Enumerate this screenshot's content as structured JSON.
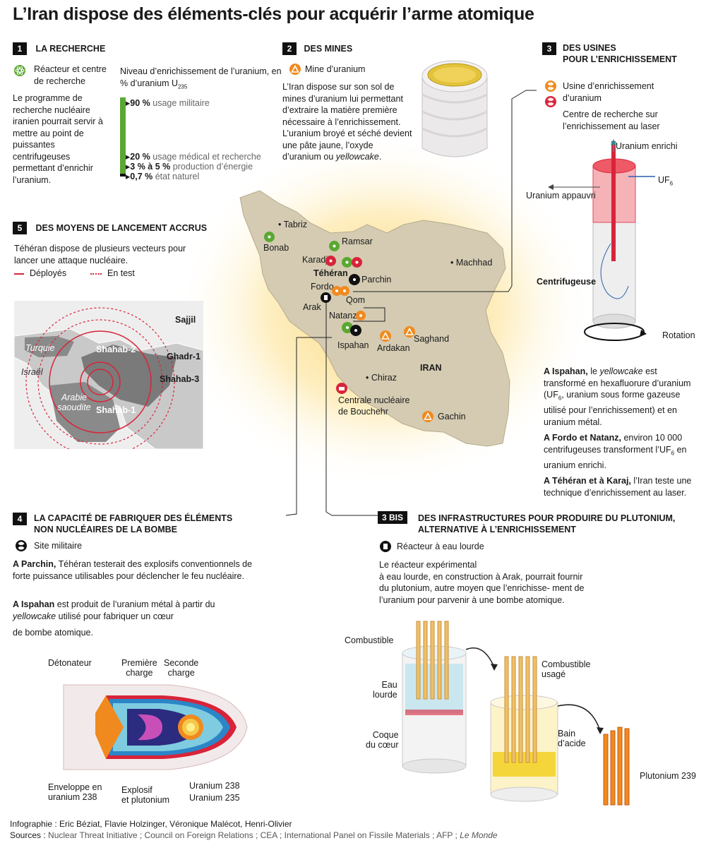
{
  "title": "L’Iran dispose des éléments-clés pour acquérir l’arme atomique",
  "colors": {
    "green": "#5aa832",
    "orange": "#f08a1e",
    "red": "#d8243a",
    "map": "#d4cbb2",
    "glow": "#fbd878"
  },
  "s1": {
    "num": "1",
    "title": "LA RECHERCHE",
    "legend": "Réacteur et centre de recherche",
    "legend_icon": "atom-icon",
    "text": "Le programme de recherche nucléaire iranien pourrait servir à mettre au point de puissantes centrifugeuses permettant d’enrichir l’uranium.",
    "chart_title": "Niveau d’enrichissement de l’uranium, en % d’uranium U",
    "chart_sub": "235",
    "levels": [
      {
        "pct": "90 %",
        "label": "usage militaire"
      },
      {
        "pct": "20 %",
        "label": "usage médical et recherche"
      },
      {
        "pct": "3 % à 5 %",
        "label": "production d’énergie"
      },
      {
        "pct": "0,7 %",
        "label": "état naturel"
      }
    ]
  },
  "s2": {
    "num": "2",
    "title": "DES MINES",
    "legend": "Mine d’uranium",
    "legend_icon": "mine-icon",
    "text": "L’Iran dispose sur son sol de mines d’uranium lui permettant d’extraire la matière première nécessaire à l’enrichissement. L’uranium broyé et séché devient une pâte jaune, l’oxyde d’uranium ou",
    "text_em": "yellowcake",
    "text_end": "."
  },
  "s3": {
    "num": "3",
    "title_l1": "DES USINES",
    "title_l2": "POUR L’ENRICHISSEMENT",
    "legend1": "Usine d’enrichissement d’uranium",
    "legend2": "Centre de recherche sur l’enrichissement au laser",
    "legend1_icon": "radiation-orange-icon",
    "legend2_icon": "radiation-red-icon",
    "labels": {
      "enrichi": "Uranium enrichi",
      "uf6": "UF",
      "uf6_sub": "6",
      "appauvri": "Uranium appauvri",
      "centri": "Centrifugeuse",
      "rotation": "Rotation"
    },
    "p1_b": "A Ispahan,",
    "p1_a": "le",
    "p1_em": "yellowcake",
    "p1_c": "est transformé en hexafluorure d’uranium (UF",
    "p1_sub": "6",
    "p1_d": ", uranium sous forme gazeuse utilisé pour l’enrichissement) et en uranium métal.",
    "p2_b": "A Fordo et Natanz,",
    "p2_a": "environ 10 000 centrifugeuses transforment l’UF",
    "p2_sub": "6",
    "p2_c": " en uranium enrichi.",
    "p3_b": "A Téhéran et à Karaj,",
    "p3_a": "l’Iran teste une technique d’enrichissement au laser."
  },
  "s5": {
    "num": "5",
    "title": "DES MOYENS DE LANCEMENT ACCRUS",
    "text": "Téhéran dispose de plusieurs vecteurs pour lancer une attaque nucléaire.",
    "deployed": "Déployés",
    "testing": "En test",
    "missiles": [
      "Sajjil",
      "Ghadr-1",
      "Shahab-3",
      "Shahab-2",
      "Shahab-1"
    ],
    "countries": [
      "Turquie",
      "Israël",
      "Arabie saoudite"
    ]
  },
  "map": {
    "country": "IRAN",
    "cities": [
      "Tabriz",
      "Bonab",
      "Ramsar",
      "Karadj",
      "Téhéran",
      "Parchin",
      "Machhad",
      "Fordo",
      "Qom",
      "Arak",
      "Natanz",
      "Ispahan",
      "Ardakan",
      "Saghand",
      "Chiraz",
      "Centrale nucléaire",
      "de Bouchehr",
      "Gachin"
    ]
  },
  "s4": {
    "num": "4",
    "title_l1": "LA CAPACITÉ DE FABRIQUER DES ÉLÉMENTS",
    "title_l2": "NON NUCLÉAIRES DE LA BOMBE",
    "legend": "Site militaire",
    "legend_icon": "military-site-icon",
    "p1_b": "A Parchin,",
    "p1": "Téhéran testerait des explosifs conventionnels de forte puissance utilisables pour déclencher le feu nucléaire.",
    "p2_b": "A Ispahan",
    "p2": "est produit de l’uranium métal à partir du",
    "p2_em": "yellowcake",
    "p2_end": "utilisé pour fabriquer un cœur",
    "p3": "de bombe atomique.",
    "labels": [
      "Détonateur",
      "Première",
      "charge",
      "Seconde",
      "charge",
      "Enveloppe en",
      "uranium 238",
      "Explosif",
      "et plutonium",
      "Uranium 238",
      "Uranium 235"
    ]
  },
  "s3bis": {
    "num": "3 BIS",
    "title_l1": "DES INFRASTRUCTURES POUR PRODUIRE DU PLUTONIUM,",
    "title_l2": "ALTERNATIVE À L’ENRICHISSEMENT",
    "legend": "Réacteur à eau lourde",
    "legend_icon": "heavy-water-reactor-icon",
    "text_l1": "Le réacteur expérimental",
    "text_l2": "à eau lourde, en construction à Arak, pourrait fournir",
    "text_l3": "du plutonium, autre moyen que l’enrichisse- ment de",
    "text_l4": "l’uranium pour parvenir à une bombe atomique.",
    "labels": [
      "Combustible",
      "Eau",
      "lourde",
      "Coque",
      "du cœur",
      "Combustible",
      "usagé",
      "Bain",
      "d’acide",
      "Plutonium 239"
    ]
  },
  "credits": "Infographie : Eric Béziat, Flavie Holzinger, Véronique Malécot, Henri-Olivier",
  "sources_label": "Sources :",
  "sources": "Nuclear Threat Initiative ; Council on Foreign Relations ; CEA ;  International Panel on Fissile Materials ; AFP ;",
  "sources_em": "Le Monde"
}
